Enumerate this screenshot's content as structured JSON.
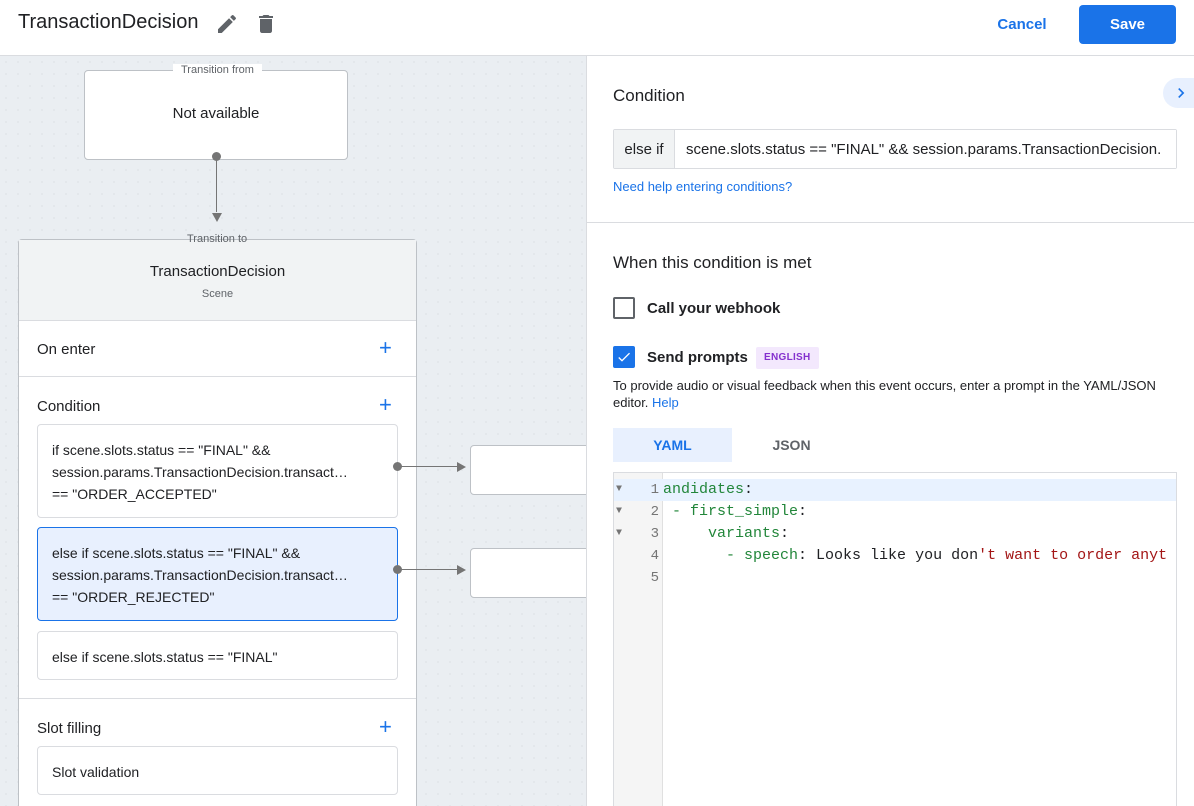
{
  "header": {
    "title": "TransactionDecision",
    "cancel_label": "Cancel",
    "save_label": "Save"
  },
  "canvas": {
    "from_node": {
      "legend": "Transition from",
      "value": "Not available"
    },
    "scene_node": {
      "legend": "Transition to",
      "name": "TransactionDecision",
      "type": "Scene",
      "sections": {
        "on_enter": "On enter",
        "condition": "Condition",
        "slot_filling": "Slot filling"
      },
      "conditions": [
        {
          "lines": [
            "if scene.slots.status == \"FINAL\" &&",
            "session.params.TransactionDecision.transact…",
            "== \"ORDER_ACCEPTED\""
          ]
        },
        {
          "lines": [
            "else if scene.slots.status == \"FINAL\" &&",
            "session.params.TransactionDecision.transact…",
            "== \"ORDER_REJECTED\""
          ]
        },
        {
          "lines": [
            "else if scene.slots.status == \"FINAL\""
          ]
        }
      ],
      "slot_validation": "Slot validation"
    }
  },
  "panel": {
    "condition_title": "Condition",
    "else_if_prefix": "else if",
    "condition_value": "scene.slots.status == \"FINAL\" && session.params.TransactionDecision.",
    "help_link": "Need help entering conditions?",
    "met_title": "When this condition is met",
    "webhook_label": "Call your webhook",
    "prompts_label": "Send prompts",
    "language_badge": "ENGLISH",
    "description": "To provide audio or visual feedback when this event occurs, enter a prompt in the YAML/JSON editor.",
    "description_link": "Help",
    "tabs": [
      "YAML",
      "JSON"
    ],
    "editor": {
      "line_numbers": [
        "1",
        "2",
        "3",
        "4",
        "5"
      ],
      "lines": [
        {
          "key": "andidates",
          "punct": ":",
          "str": ""
        },
        {
          "key": " - first_simple",
          "punct": ":",
          "str": ""
        },
        {
          "key": "     variants",
          "punct": ":",
          "str": ""
        },
        {
          "key": "       - speech",
          "punct": ": ",
          "str": "Looks like you don",
          "tail": "'t want to order anyt"
        },
        {
          "key": "",
          "punct": "",
          "str": ""
        }
      ]
    }
  }
}
